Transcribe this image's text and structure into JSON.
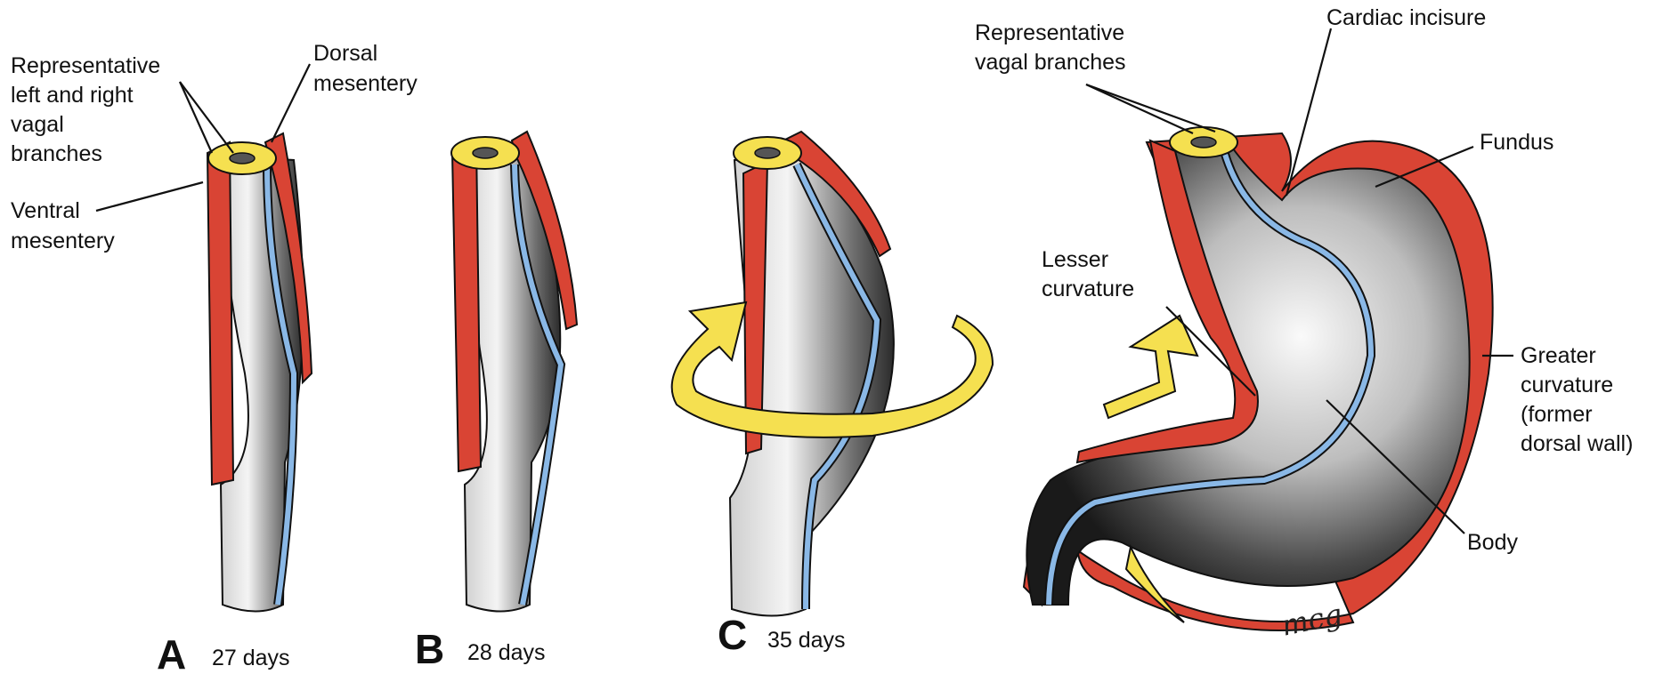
{
  "labels": {
    "rep_left_right_1": "Representative",
    "rep_left_right_2": "left and right",
    "rep_left_right_3": "vagal",
    "rep_left_right_4": "branches",
    "dorsal_mesentery_1": "Dorsal",
    "dorsal_mesentery_2": "mesentery",
    "ventral_mesentery_1": "Ventral",
    "ventral_mesentery_2": "mesentery",
    "rep_vagal_1": "Representative",
    "rep_vagal_2": "vagal branches",
    "cardiac_incisure": "Cardiac incisure",
    "fundus": "Fundus",
    "lesser_curvature_1": "Lesser",
    "lesser_curvature_2": "curvature",
    "greater_curvature_1": "Greater",
    "greater_curvature_2": "curvature",
    "greater_curvature_3": "(former",
    "greater_curvature_4": "dorsal wall)",
    "body": "Body",
    "signature": "mcg"
  },
  "stages": [
    {
      "letter": "A",
      "days": "27 days"
    },
    {
      "letter": "B",
      "days": "28 days"
    },
    {
      "letter": "C",
      "days": "35 days"
    }
  ],
  "colors": {
    "mesentery": "#d94434",
    "vagus": "#8ab8e6",
    "ring": "#f5e050",
    "arrow": "#f5e050",
    "outline": "#111111"
  }
}
